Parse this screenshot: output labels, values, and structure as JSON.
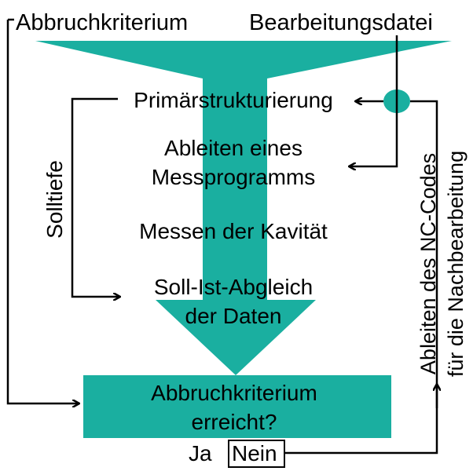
{
  "labels": {
    "top_left": "Abbruchkriterium",
    "top_right": "Bearbeitungsdatei",
    "step1": "Primärstrukturierung",
    "step2_line1": "Ableiten eines",
    "step2_line2": "Messprogramms",
    "step3": "Messen der Kavität",
    "step4_line1": "Soll-Ist-Abgleich",
    "step4_line2": "der Daten",
    "decision_line1": "Abbruchkriterium",
    "decision_line2": "erreicht?",
    "yes": "Ja",
    "no": "Nein",
    "left_loop": "Solltiefe",
    "right_line1": "Ableiten des NC-Codes",
    "right_line2": "für die Nachbearbeitung"
  },
  "colors": {
    "accent": "#1aafa0",
    "line": "#000000"
  }
}
